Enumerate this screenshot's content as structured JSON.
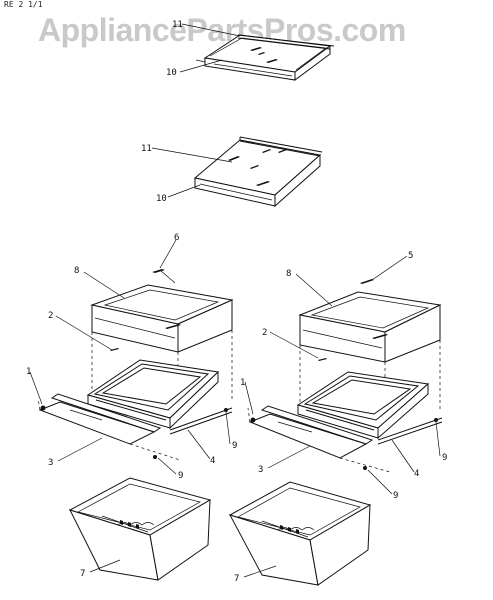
{
  "header": {
    "corner_note": "RE 2  1/1",
    "watermark": "AppliancePartsPros.com"
  },
  "callouts": {
    "shelf_top_upper": "11",
    "shelf_front_upper": "10",
    "shelf_top_lower": "11",
    "shelf_front_lower": "10",
    "left_cover_tag": "6",
    "left_frame": "8",
    "left_rail": "2",
    "left_clip": "1",
    "left_cover": "3",
    "left_slide": "4",
    "left_screw_a": "9",
    "left_screw_b": "9",
    "left_crisper": "7",
    "right_cover_tag": "5",
    "right_frame": "8",
    "right_rail": "2",
    "right_clip": "1",
    "right_cover": "3",
    "right_slide": "4",
    "right_screw_a": "9",
    "right_screw_b": "9",
    "right_crisper": "7"
  }
}
